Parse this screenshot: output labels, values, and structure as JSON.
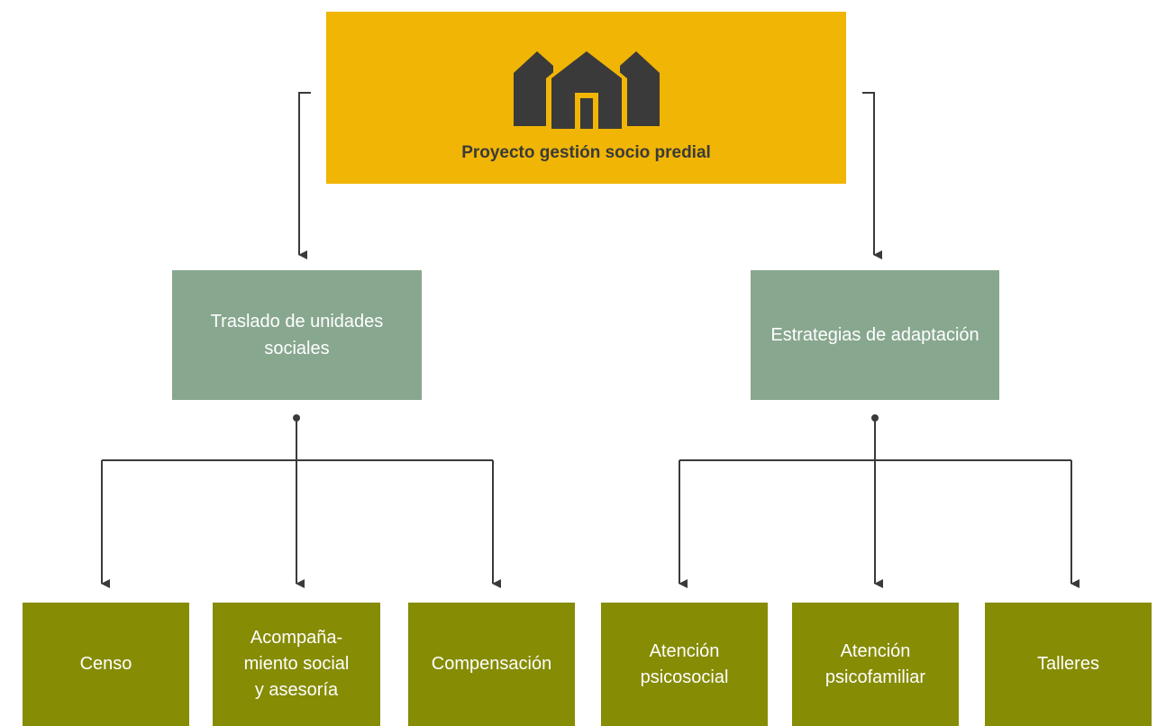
{
  "root": {
    "label": "Proyecto gestión socio predial",
    "icon": "houses-icon"
  },
  "groups": [
    {
      "label": "Traslado de unidades sociales"
    },
    {
      "label": "Estrategias de adaptación"
    }
  ],
  "leaves": [
    {
      "label": "Censo"
    },
    {
      "label": "Acompaña-\nmiento social\ny asesoría"
    },
    {
      "label": "Compensación"
    },
    {
      "label": "Atención\npsicosocial"
    },
    {
      "label": "Atención\npsicofamiliar"
    },
    {
      "label": "Talleres"
    }
  ],
  "colors": {
    "root": "#f0b505",
    "group": "#88a78f",
    "leaf": "#868c04",
    "connector": "#3a3a3a"
  }
}
